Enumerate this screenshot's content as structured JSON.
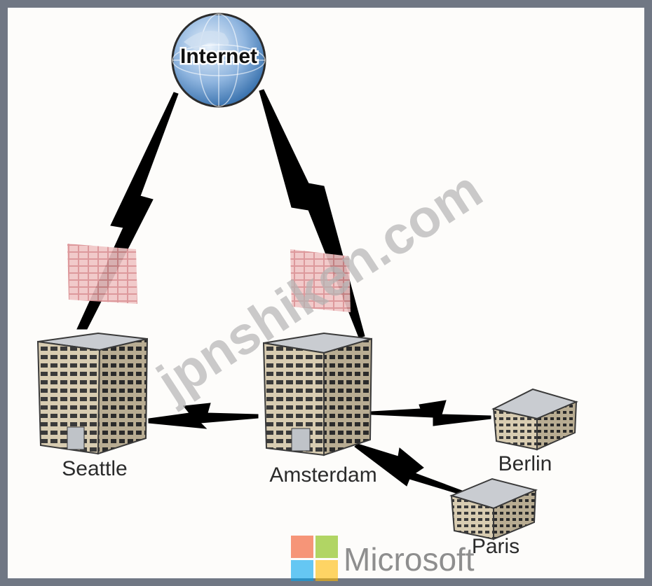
{
  "nodes": {
    "internet": "Internet",
    "seattle": "Seattle",
    "amsterdam": "Amsterdam",
    "berlin": "Berlin",
    "paris": "Paris"
  },
  "watermark": "jpnshiken.com",
  "logo_text": "Microsoft",
  "colors": {
    "frame": "#707784",
    "background": "#fdfcfa",
    "link": "#000000",
    "firewall": "#e8a7a9",
    "roof": "#c9ccd1",
    "building_face": "#d8ccb1",
    "windows": "#3a3a3a",
    "globe": "#5b90c9",
    "watermark": "#b3b3b3",
    "logo_red": "#f25022",
    "logo_green": "#7fba00",
    "logo_blue": "#00a4ef",
    "logo_yellow": "#ffb900",
    "logo_text": "#7a7a7a"
  }
}
